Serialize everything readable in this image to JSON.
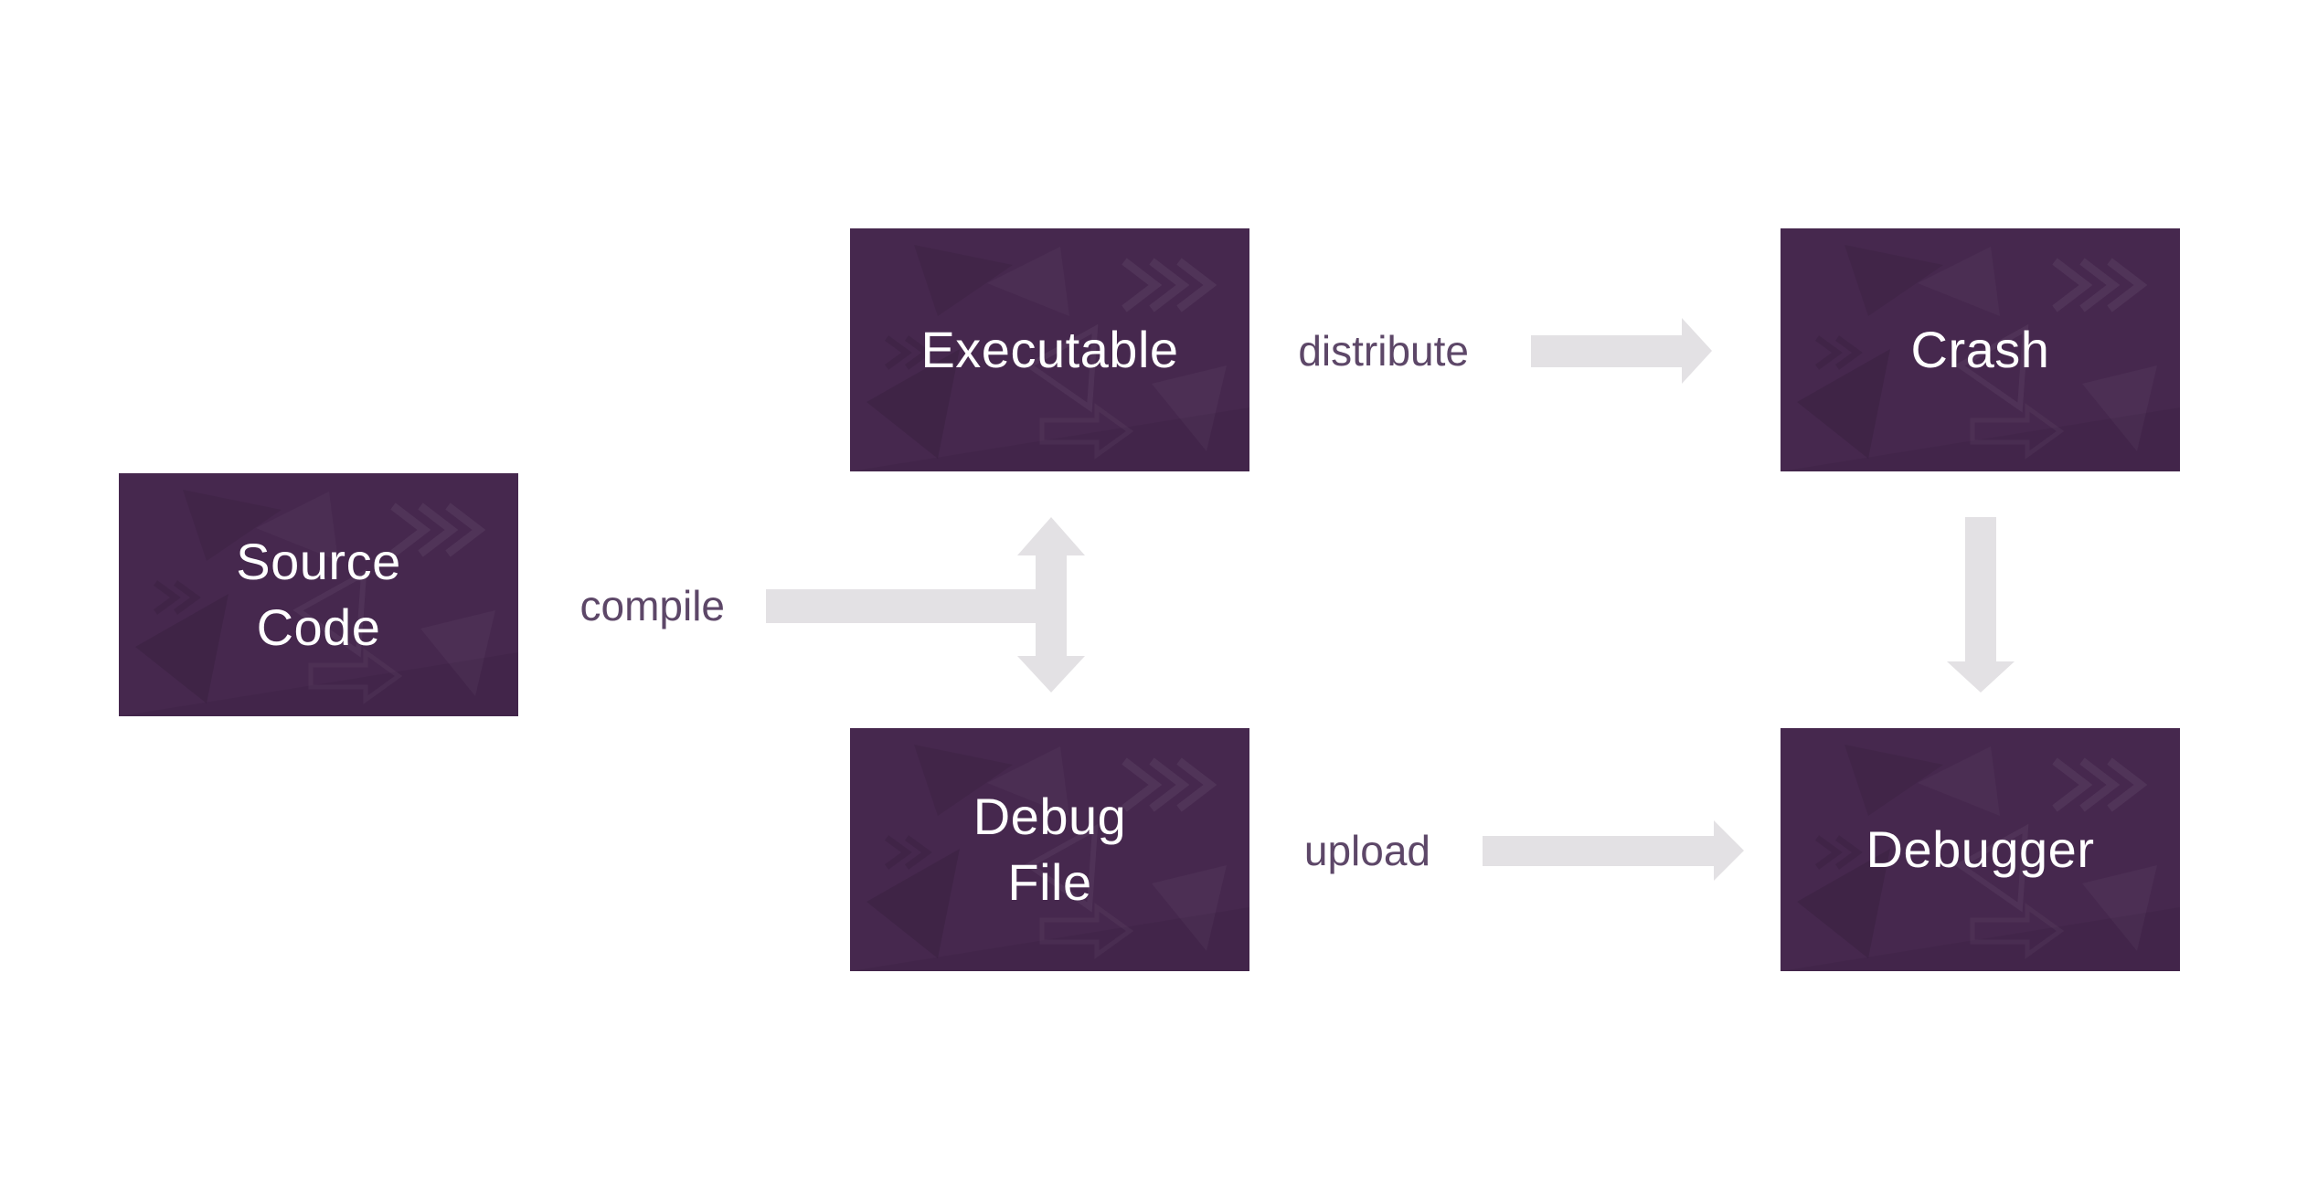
{
  "diagram": {
    "nodes": {
      "source": {
        "label": "Source Code",
        "lines": [
          "Source",
          "Code"
        ]
      },
      "executable": {
        "label": "Executable",
        "lines": [
          "Executable"
        ]
      },
      "crash": {
        "label": "Crash",
        "lines": [
          "Crash"
        ]
      },
      "debug_file": {
        "label": "Debug File",
        "lines": [
          "Debug",
          "File"
        ]
      },
      "debugger": {
        "label": "Debugger",
        "lines": [
          "Debugger"
        ]
      }
    },
    "connectors": [
      {
        "id": "compile",
        "label": "compile",
        "from": "source",
        "to": "executable-and-debug-file",
        "shape": "bar-into-vertical-double-arrow"
      },
      {
        "id": "distribute",
        "label": "distribute",
        "from": "executable",
        "to": "crash",
        "shape": "right-arrow"
      },
      {
        "id": "upload",
        "label": "upload",
        "from": "debug_file",
        "to": "debugger",
        "shape": "right-arrow"
      },
      {
        "id": "crash_to_debugger",
        "label": "",
        "from": "crash",
        "to": "debugger",
        "shape": "down-arrow"
      }
    ],
    "colors": {
      "canvas_background": "#FFFFFF",
      "node_fill": "#46284E",
      "node_text": "#FFFFFF",
      "connector_label": "#5D4768",
      "arrow_fill": "#E3E1E4"
    }
  }
}
